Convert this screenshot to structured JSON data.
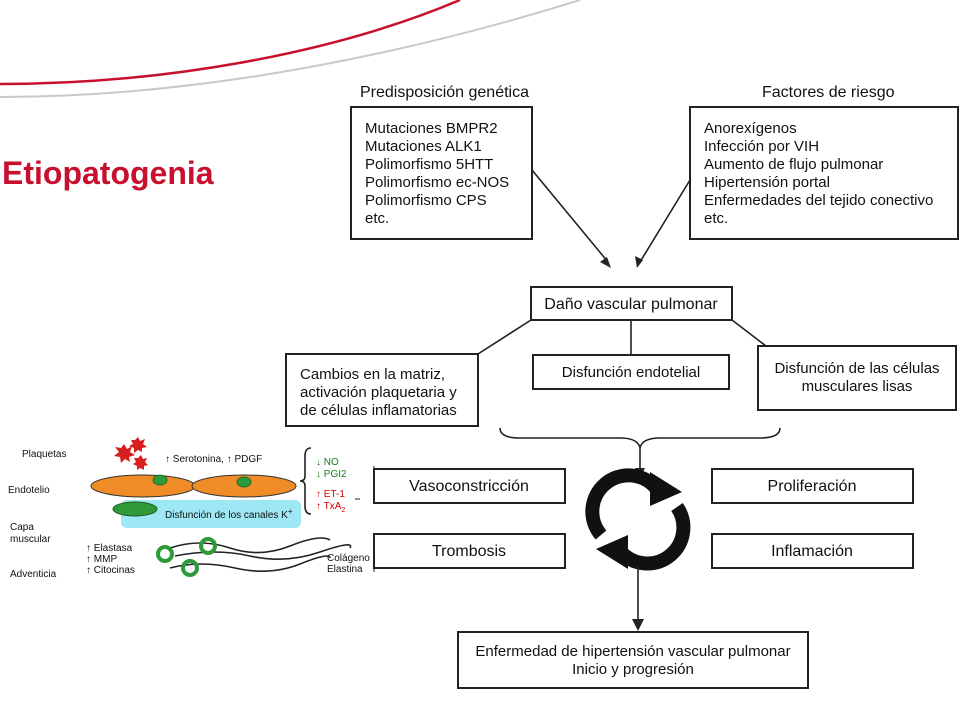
{
  "slide": {
    "title": "Etiopatogenia",
    "title_color": "#c8102e",
    "accent_line_color": "#c8102e"
  },
  "diagram": {
    "genetic": {
      "heading": "Predisposición genética",
      "items": [
        "Mutaciones BMPR2",
        "Mutaciones ALK1",
        "Polimorfismo 5HTT",
        "Polimorfismo ec-NOS",
        "Polimorfismo CPS",
        "etc."
      ]
    },
    "risk": {
      "heading": "Factores de riesgo",
      "items": [
        "Anorexígenos",
        "Infección por VIH",
        "Aumento de flujo pulmonar",
        "Hipertensión portal",
        "Enfermedades del tejido conectivo",
        "etc."
      ]
    },
    "damage": "Daño vascular pulmonar",
    "matrix": [
      "Cambios en la matriz,",
      "activación plaquetaria y",
      "de células inflamatorias"
    ],
    "endothelial": "Disfunción endotelial",
    "muscle": [
      "Disfunción de las células",
      "musculares lisas"
    ],
    "vasoconstriction": "Vasoconstricción",
    "proliferation": "Proliferación",
    "thrombosis": "Trombosis",
    "inflammation": "Inflamación",
    "outcome": [
      "Enfermedad de hipertensión vascular pulmonar",
      "Inicio y progresión"
    ]
  },
  "illustration": {
    "labels": {
      "platelets": "Plaquetas",
      "endothelium": "Endotelio",
      "muscle_layer": [
        "Capa",
        "muscular"
      ],
      "adventitia": "Adventicia"
    },
    "serotonin": "↑ Serotonina, ↑ PDGF",
    "k_channels": "Disfunción de los canales K",
    "k_sup": "+",
    "no": "↓ NO",
    "pgi2": "↓ PGI2",
    "et1": "↑ ET-1",
    "txa2_base": "↑ TxA",
    "txa2_sub": "2",
    "elastase": "↑ Elastasa",
    "mmp": "↑ MMP",
    "cytokines": "↑ Citocinas",
    "collagen": "Colágeno",
    "elastin": "Elastina",
    "colors": {
      "cell_orange": "#f08c28",
      "cell_green": "#2e9a3a",
      "channel_blue": "#9ee8f5",
      "platelet_red": "#d81e1e",
      "decrease_green": "#1a7a1a",
      "increase_red": "#d10000"
    }
  }
}
